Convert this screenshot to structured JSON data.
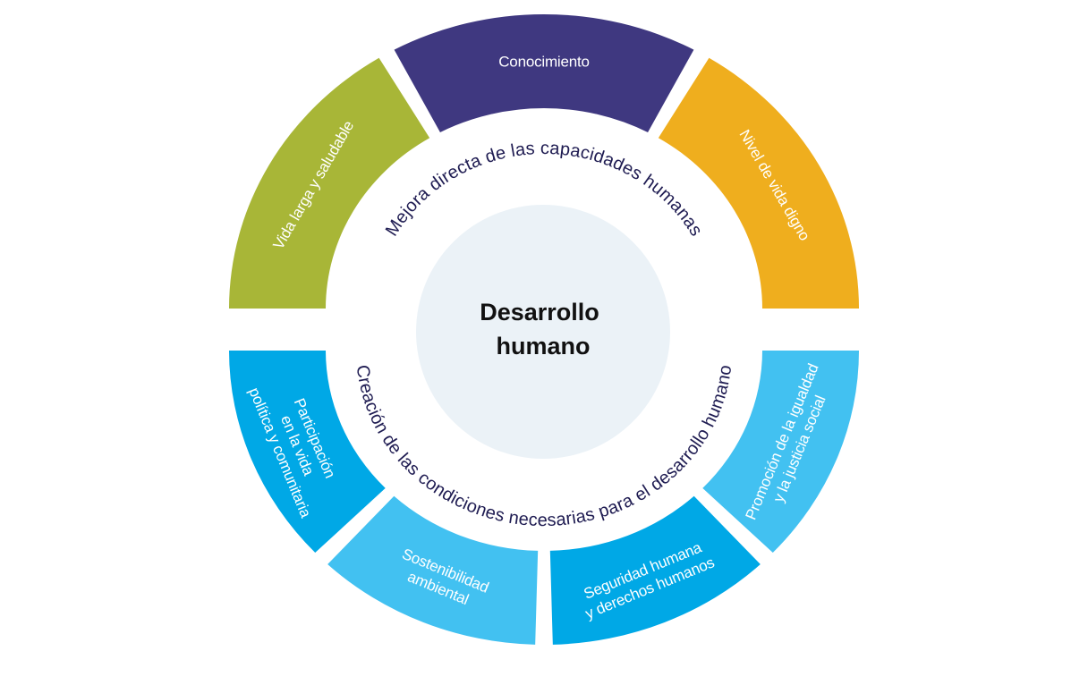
{
  "title": "Desarrollo humano",
  "center": {
    "line1": "Desarrollo",
    "line2": "humano",
    "fill": "#EBF2F7"
  },
  "upper": {
    "caption": "Mejora directa de las capacidades humanas",
    "segments": [
      {
        "id": "vida-larga",
        "lines": [
          "Vida larga y saludable"
        ],
        "color": "#A8B637"
      },
      {
        "id": "conocimiento",
        "lines": [
          "Conocimiento"
        ],
        "color": "#3F3880"
      },
      {
        "id": "nivel-de-vida",
        "lines": [
          "Nivel de vida digno"
        ],
        "color": "#EFAE1E"
      }
    ]
  },
  "lower": {
    "caption": "Creación de las condiciones necesarias para el desarrollo humano",
    "segments": [
      {
        "id": "participacion",
        "lines": [
          "Participación",
          "en la vida",
          "política y comunitaria"
        ],
        "color": "#00A8E6"
      },
      {
        "id": "sostenibilidad",
        "lines": [
          "Sostenibilidad",
          "ambiental"
        ],
        "color": "#42C1F1"
      },
      {
        "id": "seguridad",
        "lines": [
          "Seguridad humana",
          "y derechos humanos"
        ],
        "color": "#00A8E6"
      },
      {
        "id": "promocion",
        "lines": [
          "Promoción de la igualdad",
          "y la justicia social"
        ],
        "color": "#42C1F1"
      }
    ]
  },
  "caption_color": "#1F1C52"
}
